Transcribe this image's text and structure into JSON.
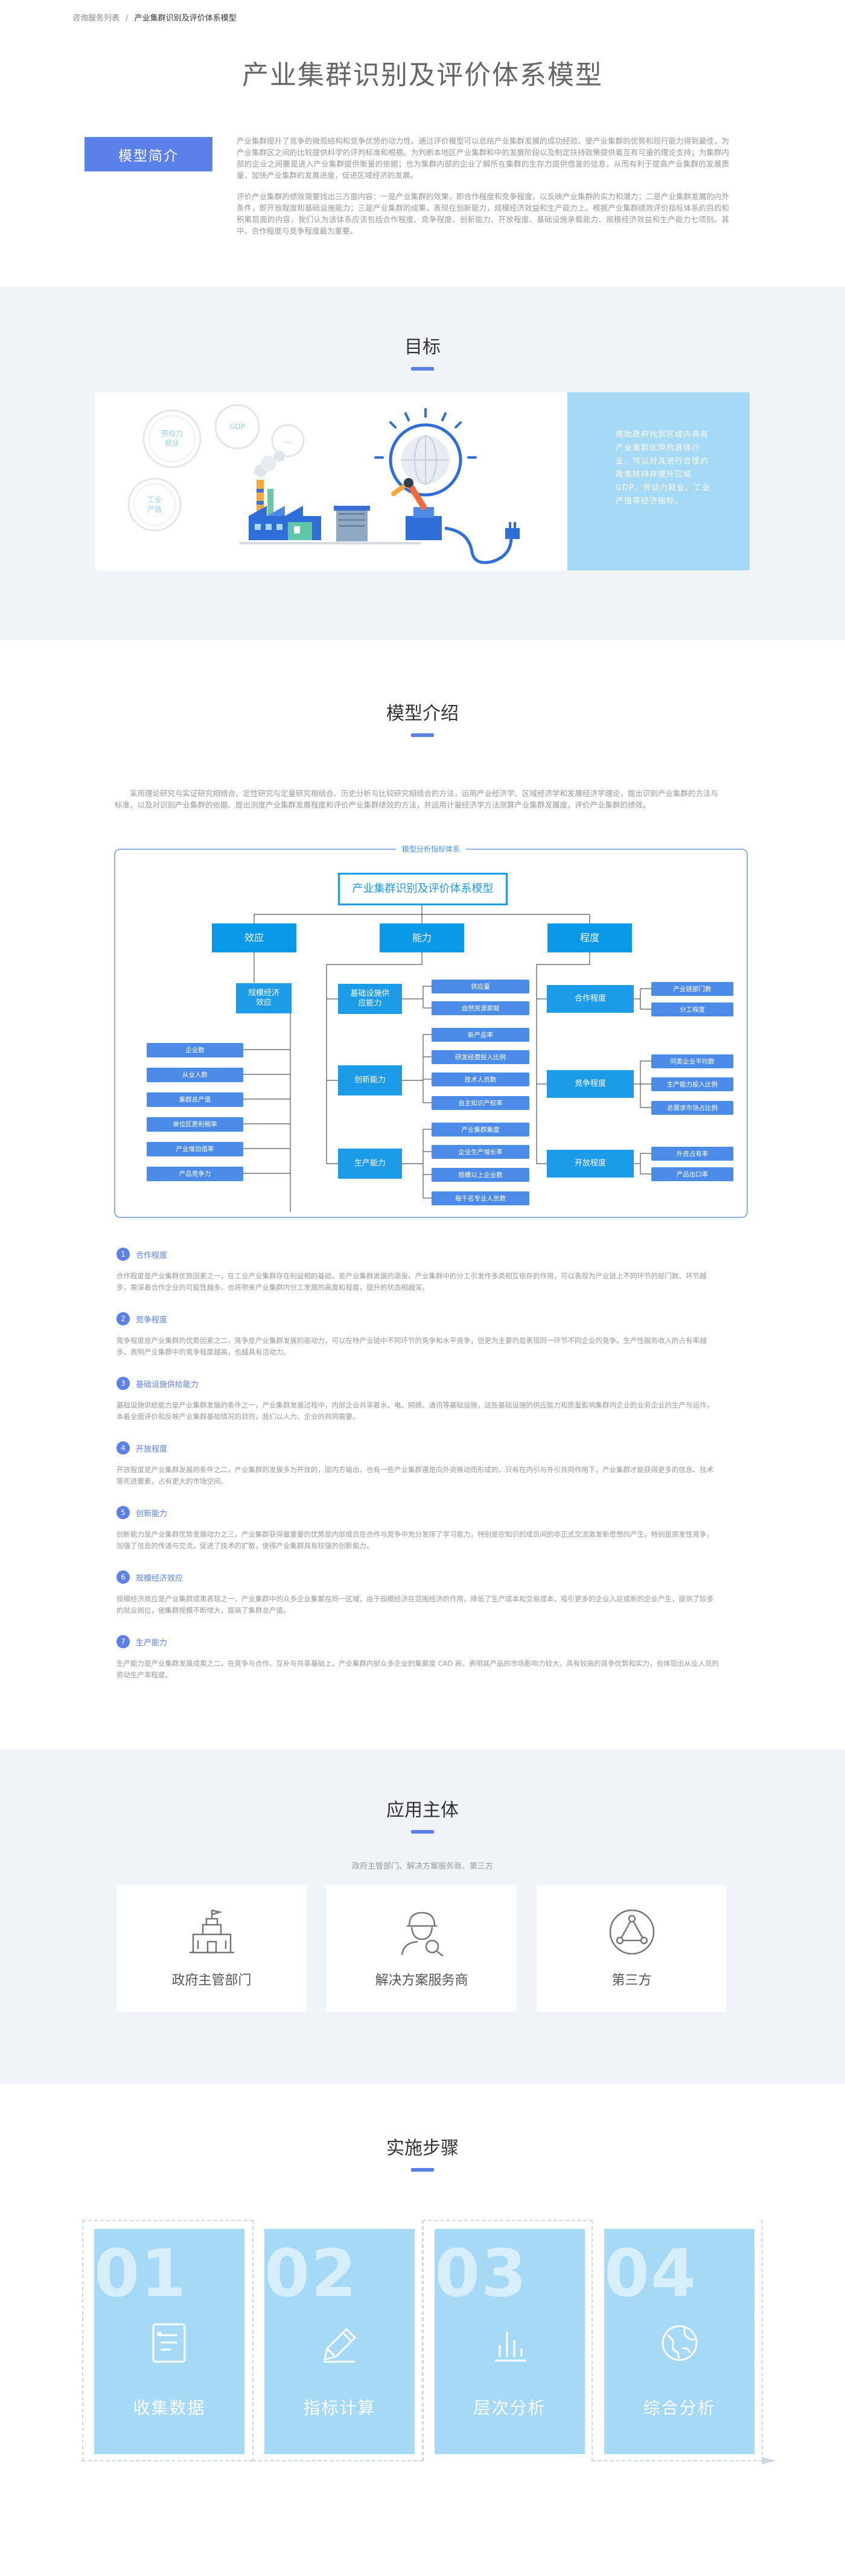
{
  "breadcrumb": {
    "root": "咨询服务列表",
    "separator": "/",
    "current": "产业集群识别及评价体系模型"
  },
  "page_title": "产业集群识别及评价体系模型",
  "intro": {
    "label": "模型简介",
    "paragraph_1": "产业集群提升了竞争的微观结构和竞争优势的动力性。通过评价模型可以总结产业集群发展的成功经验、使产业集群的优势和现行能力得到最佳，为产业集群区之间的比较提供科学的评判标准和根据。为判断本地区产业集群和中的发展阶段以及制定扶持政策提供着互有可量的理论支持；为集群内部的企业之间要是进入产业集群提供衡量的依据；也为集群内部的企业了解所在集群的生存力提供借鉴的信息，从而有利于提高产业集群的发展质量，加快产业集群的发展进度，促进区域经济的发展。",
    "paragraph_2": "评价产业集群的绩效需要找出三方面内容：一是产业集群的效果，即合作程度和竞争程度，以反映产业集群的实力和潜力；二是产业集群发展的内外条件，即开放程度和基础设施能力；三是产业集群的成果，表现在创新能力，规模经济效益和生产能力上。根据产业集群绩效评价指标体系的目的和积累层面的内容，我们认为该体系应该包括合作程度、竞争程度、创新能力、开放程度、基础设施承载能力、规模经济效益和生产能力七项别。其中，合作程度与竞争程度最为重要。"
  },
  "goal": {
    "title": "目标",
    "side_text": "帮助政府找到区域内具有产业集群优势的具体行业，可以对其进行合理的政策扶持并提升区域GDP、劳动力就业、工业产值等经济指标。",
    "bubbles": [
      "劳动力就业",
      "GDP",
      "工业产值",
      "..."
    ]
  },
  "model": {
    "title": "模型介绍",
    "lead": "采用理论研究与实证研究相结合、定性研究与定量研究相结合、历史分析与比较研究相结合的方法，运用产业经济学、区域经济学和发展经济学理论，提出识别产业集群的方法与标准，以及对识别产业集群的依据、提出测度产业集群发展程度和评价产业集群绩效的方法，并运用计量经济学方法测算产业集群发展度，评价产业集群的绩效。",
    "tree_label": "模型分析指标体系",
    "tree_root": "产业集群识别及评价体系模型",
    "tree_l1": [
      "效应",
      "能力",
      "程度"
    ],
    "effect_node": "规模经济效应",
    "effect_leaves": [
      "企业数",
      "从业人数",
      "集群总产值",
      "单位区更利税率",
      "产业增加值率",
      "产品竞争力"
    ],
    "ability_nodes": [
      "基础设施供应能力",
      "创新能力",
      "生产能力"
    ],
    "infra_leaves": [
      "供应量",
      "自然资源禀赋"
    ],
    "innov_leaves": [
      "新产品率",
      "研发经费投入比例",
      "技术人员数",
      "自主知识产权率"
    ],
    "prod_leaves": [
      "产业集群集度",
      "企业生产增长率",
      "规模以上企业数",
      "每千名专业人员数"
    ],
    "degree_nodes": [
      "合作程度",
      "竞争程度",
      "开放程度"
    ],
    "coop_leaves": [
      "产业链部门数",
      "分工程度"
    ],
    "comp_leaves": [
      "同类企业平均数",
      "生产能力投入比例",
      "总需求市场占比例"
    ],
    "open_leaves": [
      "外资占有率",
      "产品出口率"
    ],
    "explanations": [
      {
        "num": "1",
        "name": "合作程度",
        "desc": "合作程度是产业集群优势因素之一，在工业产业集群存在利益相的基础，是产业集群发展的源泉。产业集群中的分工引发作多类相互依存的作用，可以表现为产业链上不同环节的部门数、环节越多，需深着合作企业的可能性越多，也将带来产业集群内分工发展的高度和程度，提升的状态相越深。"
      },
      {
        "num": "2",
        "name": "竞争程度",
        "desc": "竞争程度是产业集群的优势因素之二，竞争是产业集群发展的驱动力，可以在特产业链中不同环节的竞争和水平竞争，但更为主要的是表现同一环节不同企业的竞争。生产性服务收入的占有率越多，表明产业集群中的竞争程度越高，也越具有活动力。"
      },
      {
        "num": "3",
        "name": "基础设施供给能力",
        "desc": "基础设施供给能力是产业集群发展的条件之一，产业集群发展过程中，内部企业共享着水、电、网络、通讯等基础设施，这些基础设施的供应能力和质量影响集群内企业的业务企业的生产与运作，本着全面评价和反映产业集群基础情况的目的，我们以人力、企业的共同需要。"
      },
      {
        "num": "4",
        "name": "开放程度",
        "desc": "开放程度是产业集群发展的条件之二，产业集群的发展多为开放的，国内方输出，也有一些产业集群遵是向外资推动而形成的，只有在内引与外引共同作用下，产业集群才能获得更多的信息、技术等先进要素，占有更大的市场空间。"
      },
      {
        "num": "5",
        "name": "创新能力",
        "desc": "创新能力是产业集群优势发展动力之三，产业集群获得最重要的优势是内部成员在合作与竞争中充分发挥了学习能力，特别是在知识的成员间的非正式交流激发新思想的产生，特别是原发性竞争，加强了信息的传递与交流，促进了技术的扩散，使得产业集群具有较强的创新能力。"
      },
      {
        "num": "6",
        "name": "规模经济效应",
        "desc": "规模经济效应是产业集群成果表现之一，产业集群中的众多企业集聚在同一区域，由于规模经济在范围经济的作用，降低了生产成本和交易成本，吸引更多的企业入驻或新的企业产生，提供了较多的就业岗位，使集群规模不断增大，提高了集群总产值。"
      },
      {
        "num": "7",
        "name": "生产能力",
        "desc": "生产能力是产业集群发展成果之二，在竞争与合作、互补与共享基础上，产业集群内部众多企业的集聚度 CAD 高，表明其产品的市场影响力较大，具有较高的竞争优势和实力，也体现出从业人员的劳动生产率程度。"
      }
    ]
  },
  "users": {
    "title": "应用主体",
    "subtitle": "政府主管部门、解决方案服务商、第三方",
    "cards": [
      {
        "name": "政府主管部门",
        "icon": "government-building-icon"
      },
      {
        "name": "解决方案服务商",
        "icon": "service-engineer-icon"
      },
      {
        "name": "第三方",
        "icon": "network-triangle-icon"
      }
    ]
  },
  "steps": {
    "title": "实施步骤",
    "items": [
      {
        "num": "01",
        "label": "收集数据",
        "icon": "document-icon"
      },
      {
        "num": "02",
        "label": "指标计算",
        "icon": "edit-icon"
      },
      {
        "num": "03",
        "label": "层次分析",
        "icon": "bar-chart-icon"
      },
      {
        "num": "04",
        "label": "综合分析",
        "icon": "globe-icon"
      }
    ]
  },
  "colors": {
    "accent": "#5b80e9",
    "node_blue": "#1c9be8",
    "light_blue": "#a6d9f6",
    "section_bg": "#f0f4f9"
  }
}
